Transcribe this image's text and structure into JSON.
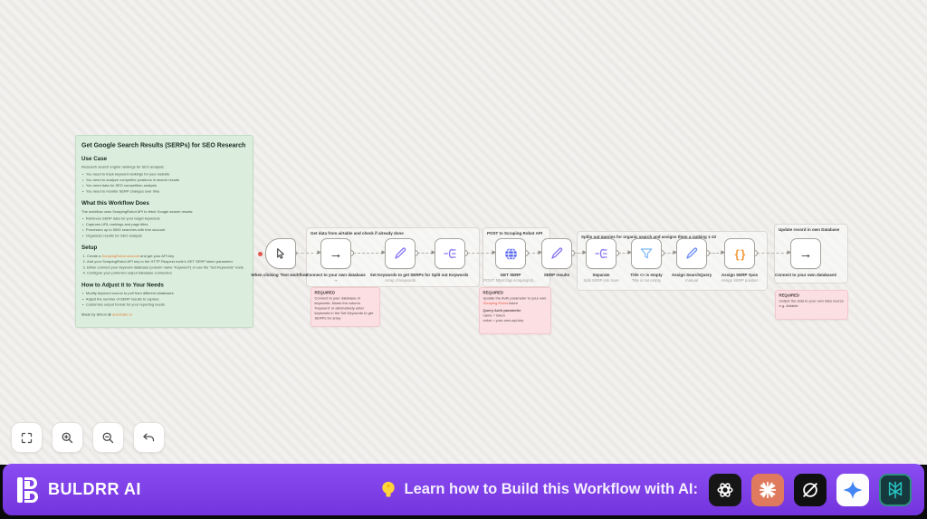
{
  "note": {
    "title": "Get Google Search Results (SERPs) for SEO Research",
    "use_case": {
      "heading": "Use Case",
      "intro": "Research search engine rankings for SEO analysis:",
      "bullets": [
        "You need to track keyword rankings for your website",
        "You need to analyze competitor positions in search results",
        "You need data for SEO competition analysis",
        "You need to monitor SERP changes over time"
      ]
    },
    "what": {
      "heading": "What this Workflow Does",
      "intro": "The workflow uses ScrapingRobot API to fetch Google search results:",
      "bullets": [
        "Retrieves SERP data for your target keywords",
        "Captures URL rankings and page titles",
        "Processes up to 5000 searches with free account",
        "Organizes results for SEO analysis"
      ]
    },
    "setup": {
      "heading": "Setup",
      "step1_pre": "Create a ",
      "step1_link": "ScrapingRobot account",
      "step1_post": " and get your API key",
      "steps_rest": [
        "Add your ScrapingRobot API key to the HTTP Request node's GET SERP token parameter",
        "Either connect your keyword database (column name \"Keyword\") or use the \"Set Keywords\" node",
        "Configure your preferred output database connection"
      ]
    },
    "adjust": {
      "heading": "How to Adjust it to Your Needs",
      "bullets": [
        "Modify keyword source to pull from different databases",
        "Adjust the number of SERP results to capture",
        "Customize output format for your reporting needs"
      ]
    },
    "credit_pre": "Made by Simon @ ",
    "credit_link": "automake.io"
  },
  "workflow": {
    "groups": [
      {
        "label": "Get data from airtable and check if already done"
      },
      {
        "label": "POST to Scraping Robot API"
      },
      {
        "label": "Splits out queries for organic search and assigns them a ranking 1-10"
      },
      {
        "label": "Update record in own Database"
      }
    ],
    "nodes": [
      {
        "label": "When clicking 'Test workflow'",
        "sublabel": "",
        "icon": "cursor"
      },
      {
        "label": "Connect to your own database →",
        "sublabel": "",
        "icon": "arrow-right"
      },
      {
        "label": "Set Keywords to get SERPs for",
        "sublabel": "Array of keywords",
        "icon": "pencil"
      },
      {
        "label": "Split out Keywords",
        "sublabel": "",
        "icon": "split"
      },
      {
        "label": "GET SERP",
        "sublabel": "POST: https://api.scrapingrob…",
        "icon": "globe"
      },
      {
        "label": "SERP results",
        "sublabel": "",
        "icon": "pencil"
      },
      {
        "label": "Separate",
        "sublabel": "Split SERP into rows",
        "icon": "split"
      },
      {
        "label": "Title <> is empty",
        "sublabel": "Title is not empty",
        "icon": "funnel"
      },
      {
        "label": "Assign SearchQuery",
        "sublabel": "manual",
        "icon": "pencil"
      },
      {
        "label": "Assign SERP #pos",
        "sublabel": "Assign SERP position",
        "icon": "braces"
      },
      {
        "label": "Connect to your own database2",
        "sublabel": "",
        "icon": "arrow-right"
      }
    ],
    "braces_glyph": "{ }",
    "arrow_glyph": "→"
  },
  "sticky_notes": [
    {
      "heading": "REQUIRED",
      "body": "Connect to your database of keywords. Name the column 'Keyword' or alternatively enter keywords in the Set Keywords to get SERPs for array"
    },
    {
      "heading": "REQUIRED",
      "body_pre": "Update the Auth parameter to your own ",
      "body_link": "Scraping Robot",
      "body_post": " token",
      "sub_heading": "Query Auth parameter",
      "line1": "name = token",
      "line2": "value = your-own-api-key"
    },
    {
      "heading": "REQUIRED",
      "body": "Output the data to your own data source e.g. Airtable"
    }
  ],
  "footer": {
    "brand": "BULDRR AI",
    "cta": "Learn how to Build this Workflow with AI:",
    "ai_icons": [
      "chatgpt",
      "claude",
      "grok",
      "gemini",
      "perplexity"
    ]
  },
  "colors": {
    "footer_purple": "#7c3aed",
    "note_green": "#dbeedd",
    "sticky_pink": "#fbdfe2",
    "link_orange": "#e8772e",
    "node_purple": "#8577f3",
    "globe_blue": "#5c6bf2",
    "funnel_blue": "#7cb8f7",
    "braces_orange": "#f29a3e",
    "claude_coral": "#df7a5e",
    "gemini_blue": "#4285f4",
    "perplexity_teal": "#28c8c8"
  }
}
